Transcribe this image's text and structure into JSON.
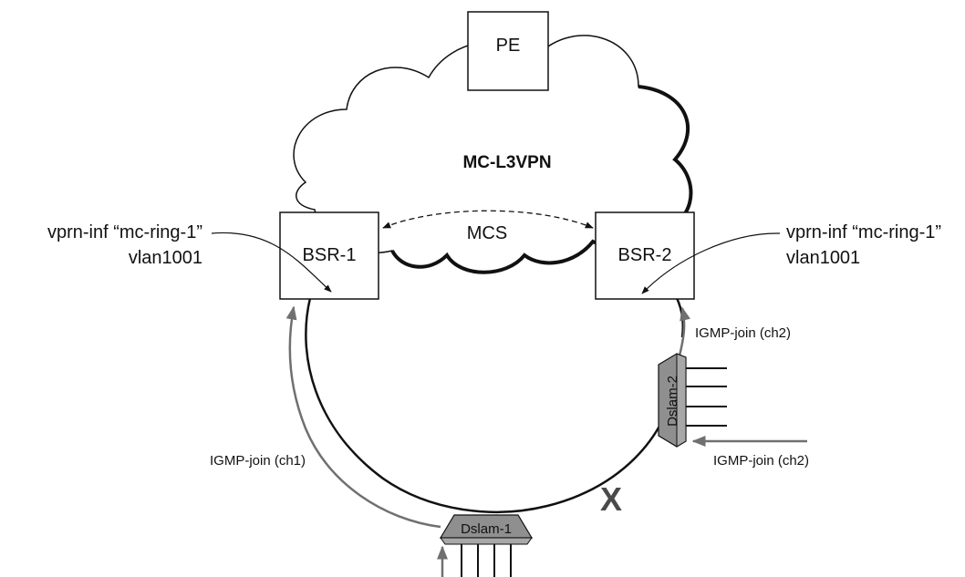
{
  "diagram": {
    "cloud_label": "MC-L3VPN",
    "pe_label": "PE",
    "bsr1_label": "BSR-1",
    "bsr2_label": "BSR-2",
    "mcs_label": "MCS",
    "left_annotation": {
      "line1": "vprn-inf “mc-ring-1”",
      "line2": "vlan1001"
    },
    "right_annotation": {
      "line1": "vprn-inf “mc-ring-1”",
      "line2": "vlan1001"
    },
    "igmp_ch1": "IGMP-join (ch1)",
    "igmp_ch2_ring": "IGMP-join (ch2)",
    "igmp_ch2_access": "IGMP-join (ch2)",
    "dslam1_label": "Dslam-1",
    "dslam2_label": "Dslam-2",
    "failure_mark": "X",
    "colors": {
      "line": "#111111",
      "arrow_gray": "#707070",
      "dslam_fill": "#a8a8a8",
      "dslam_face": "#8f8f8f"
    }
  }
}
